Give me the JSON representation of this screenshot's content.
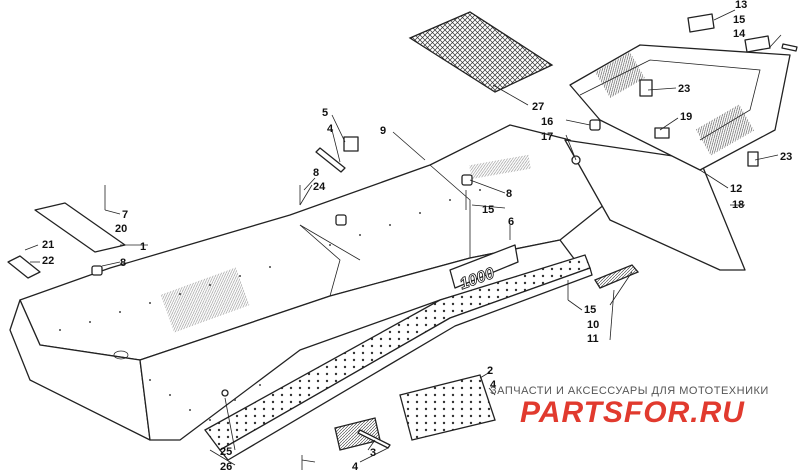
{
  "callouts": [
    {
      "id": "c1",
      "text": "1"
    },
    {
      "id": "c2",
      "text": "2"
    },
    {
      "id": "c3",
      "text": "3"
    },
    {
      "id": "c4a",
      "text": "4"
    },
    {
      "id": "c4b",
      "text": "4"
    },
    {
      "id": "c4c",
      "text": "4"
    },
    {
      "id": "c5",
      "text": "5"
    },
    {
      "id": "c6",
      "text": "6"
    },
    {
      "id": "c7",
      "text": "7"
    },
    {
      "id": "c8a",
      "text": "8"
    },
    {
      "id": "c8b",
      "text": "8"
    },
    {
      "id": "c8c",
      "text": "8"
    },
    {
      "id": "c9",
      "text": "9"
    },
    {
      "id": "c10",
      "text": "10"
    },
    {
      "id": "c11",
      "text": "11"
    },
    {
      "id": "c12",
      "text": "12"
    },
    {
      "id": "c13",
      "text": "13"
    },
    {
      "id": "c14",
      "text": "14"
    },
    {
      "id": "c15a",
      "text": "15"
    },
    {
      "id": "c15b",
      "text": "15"
    },
    {
      "id": "c15c",
      "text": "15"
    },
    {
      "id": "c16",
      "text": "16"
    },
    {
      "id": "c17",
      "text": "17"
    },
    {
      "id": "c18",
      "text": "18"
    },
    {
      "id": "c19",
      "text": "19"
    },
    {
      "id": "c20",
      "text": "20"
    },
    {
      "id": "c21",
      "text": "21"
    },
    {
      "id": "c22",
      "text": "22"
    },
    {
      "id": "c23a",
      "text": "23"
    },
    {
      "id": "c23b",
      "text": "23"
    },
    {
      "id": "c24",
      "text": "24"
    },
    {
      "id": "c25",
      "text": "25"
    },
    {
      "id": "c26",
      "text": "26"
    },
    {
      "id": "c27",
      "text": "27"
    }
  ],
  "decal_text": "1000",
  "watermark": {
    "caption": "ЗАПЧАСТИ И АКСЕССУАРЫ ДЛЯ МОТОТЕХНИКИ",
    "logo": "PARTSFOR.RU",
    "logo_color": "#e13a2e"
  }
}
